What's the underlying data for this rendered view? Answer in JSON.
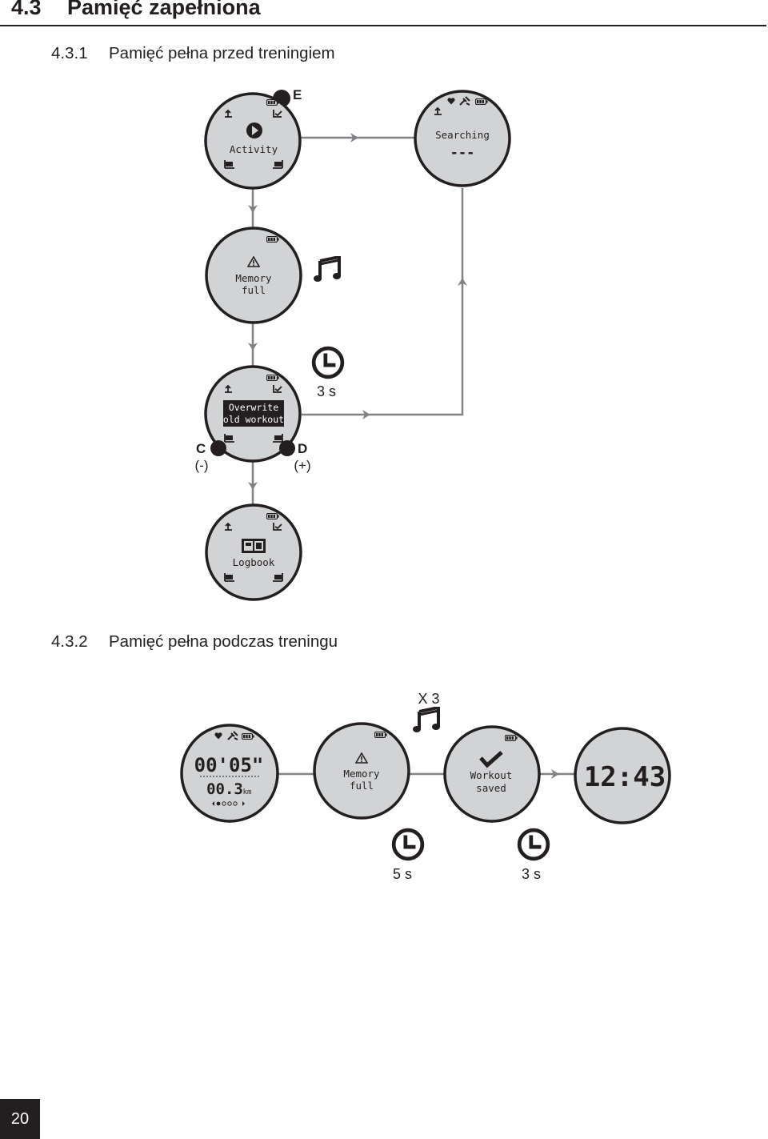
{
  "heading": {
    "number": "4.3",
    "title": "Pamięć zapełniona"
  },
  "section1": {
    "number": "4.3.1",
    "title": "Pamięć pełna przed treningiem"
  },
  "section2": {
    "number": "4.3.2",
    "title": "Pamięć pełna podczas treningu"
  },
  "screens": {
    "activity": "Activity",
    "searching": "Searching",
    "searching_dashes": "---",
    "memory_full_1": "Memory",
    "memory_full_2": "full",
    "overwrite_1": "Overwrite",
    "overwrite_2": "old workout",
    "logbook": "Logbook",
    "timer": "00'05\"",
    "distance": "00.3",
    "distance_unit": "km",
    "memory_full2_1": "Memory",
    "memory_full2_2": "full",
    "workout_saved_1": "Workout",
    "workout_saved_2": "saved",
    "clock": "12:43"
  },
  "buttons": {
    "e": "E",
    "c": "C",
    "c_sign": "(-)",
    "d": "D",
    "d_sign": "(+)"
  },
  "timers": {
    "t1": "3 s",
    "t2": "5 s",
    "t3": "3 s"
  },
  "repeat": "X 3",
  "page_number": "20",
  "icons": [
    "battery-icon",
    "heart-icon",
    "gps-icon",
    "warning-icon",
    "music-icon",
    "clock-icon",
    "check-icon",
    "logbook-icon",
    "play-icon"
  ]
}
